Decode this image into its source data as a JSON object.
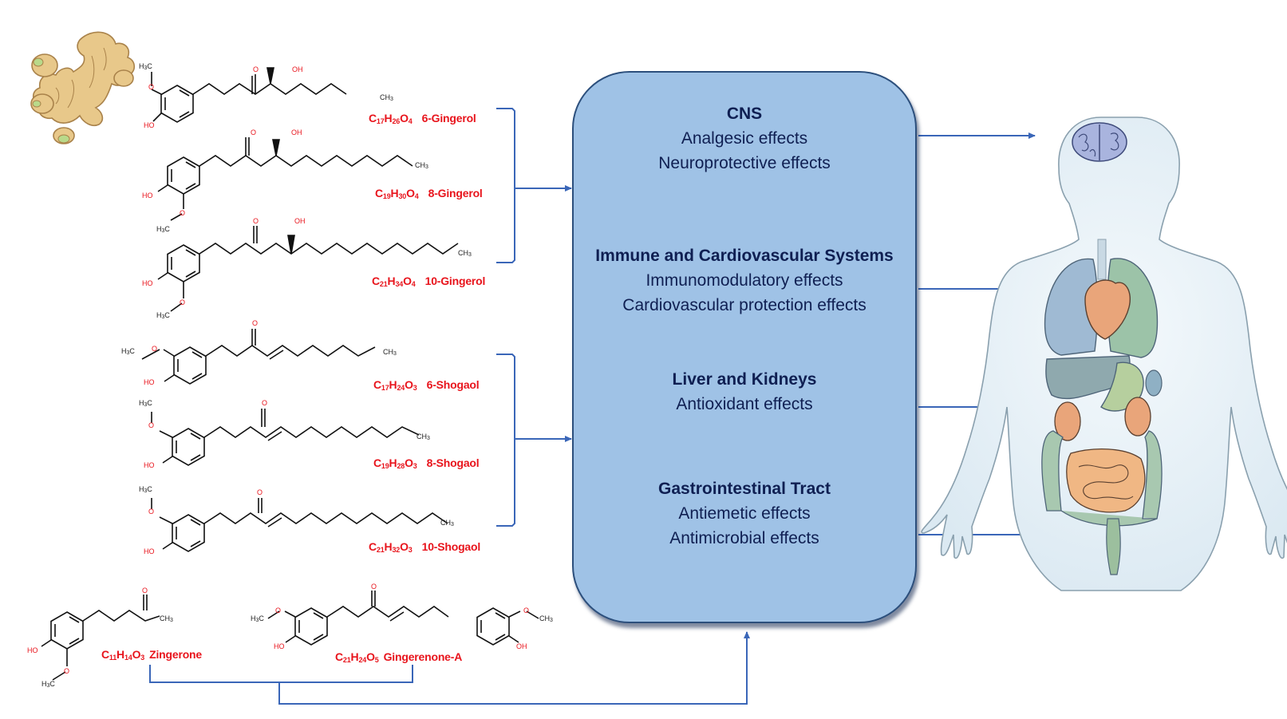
{
  "figure": {
    "source_plant": "ginger",
    "compounds": [
      {
        "id": "6-gingerol",
        "formula": {
          "C": "17",
          "H": "26",
          "O": "4"
        },
        "name": "6-Gingerol",
        "group": "gingerols"
      },
      {
        "id": "8-gingerol",
        "formula": {
          "C": "19",
          "H": "30",
          "O": "4"
        },
        "name": "8-Gingerol",
        "group": "gingerols"
      },
      {
        "id": "10-gingerol",
        "formula": {
          "C": "21",
          "H": "34",
          "O": "4"
        },
        "name": "10-Gingerol",
        "group": "gingerols"
      },
      {
        "id": "6-shogaol",
        "formula": {
          "C": "17",
          "H": "24",
          "O": "3"
        },
        "name": "6-Shogaol",
        "group": "shogaols"
      },
      {
        "id": "8-shogaol",
        "formula": {
          "C": "19",
          "H": "28",
          "O": "3"
        },
        "name": "8-Shogaol",
        "group": "shogaols"
      },
      {
        "id": "10-shogaol",
        "formula": {
          "C": "21",
          "H": "32",
          "O": "3"
        },
        "name": "10-Shogaol",
        "group": "shogaols"
      },
      {
        "id": "zingerone",
        "formula": {
          "C": "11",
          "H": "14",
          "O": "3"
        },
        "name": "Zingerone",
        "group": "others"
      },
      {
        "id": "gingerenone-a",
        "formula": {
          "C": "21",
          "H": "24",
          "O": "5"
        },
        "name": "Gingerenone-A",
        "group": "others"
      }
    ],
    "atom_labels": {
      "methyl_ether": "H3C",
      "oxygen": "O",
      "hydroxyl_left": "HO",
      "hydroxyl_right": "OH",
      "methyl_end": "CH3",
      "carbonyl": "O"
    },
    "effects": [
      {
        "system": "CNS",
        "effects": [
          "Analgesic effects",
          "Neuroprotective effects"
        ],
        "target_organ": "brain"
      },
      {
        "system": "Immune and Cardiovascular Systems",
        "effects": [
          "Immunomodulatory effects",
          "Cardiovascular protection effects"
        ],
        "target_organ": "heart-lungs"
      },
      {
        "system": "Liver and Kidneys",
        "effects": [
          "Antioxidant effects"
        ],
        "target_organ": "liver-kidneys"
      },
      {
        "system": "Gastrointestinal Tract",
        "effects": [
          "Antiemetic effects",
          "Antimicrobial effects"
        ],
        "target_organ": "intestines"
      }
    ],
    "colors": {
      "compound_label": "#e8141c",
      "arrow": "#3a66b8",
      "box_fill": "#9fc2e6",
      "box_border": "#2c4f7c",
      "box_text": "#0f1f52"
    }
  }
}
